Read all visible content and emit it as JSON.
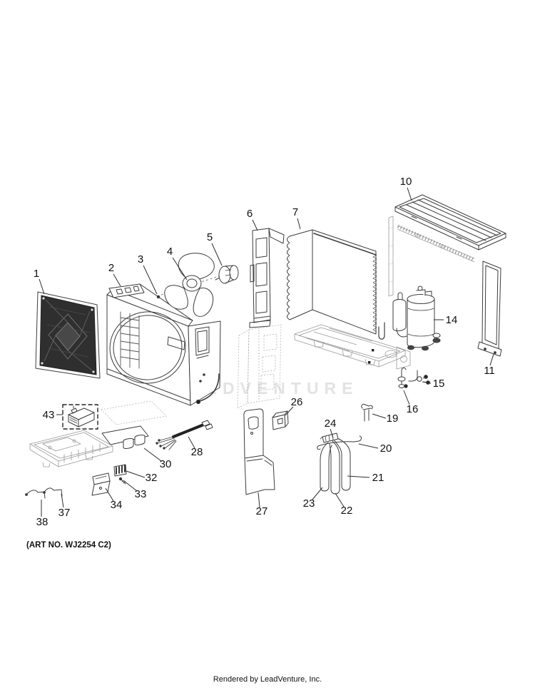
{
  "diagram": {
    "art_no": "(ART NO. WJ2254 C2)",
    "watermark": "LEADVENTURE",
    "callouts": [
      {
        "label": "1"
      },
      {
        "label": "2"
      },
      {
        "label": "3"
      },
      {
        "label": "4"
      },
      {
        "label": "5"
      },
      {
        "label": "6"
      },
      {
        "label": "7"
      },
      {
        "label": "10"
      },
      {
        "label": "11"
      },
      {
        "label": "14"
      },
      {
        "label": "15"
      },
      {
        "label": "16"
      },
      {
        "label": "19"
      },
      {
        "label": "20"
      },
      {
        "label": "21"
      },
      {
        "label": "22"
      },
      {
        "label": "23"
      },
      {
        "label": "24"
      },
      {
        "label": "26"
      },
      {
        "label": "27"
      },
      {
        "label": "28"
      },
      {
        "label": "30"
      },
      {
        "label": "32"
      },
      {
        "label": "33"
      },
      {
        "label": "34"
      },
      {
        "label": "37"
      },
      {
        "label": "38"
      },
      {
        "label": "43"
      }
    ]
  },
  "footer": {
    "rendered_by": "Rendered by LeadVenture, Inc."
  }
}
